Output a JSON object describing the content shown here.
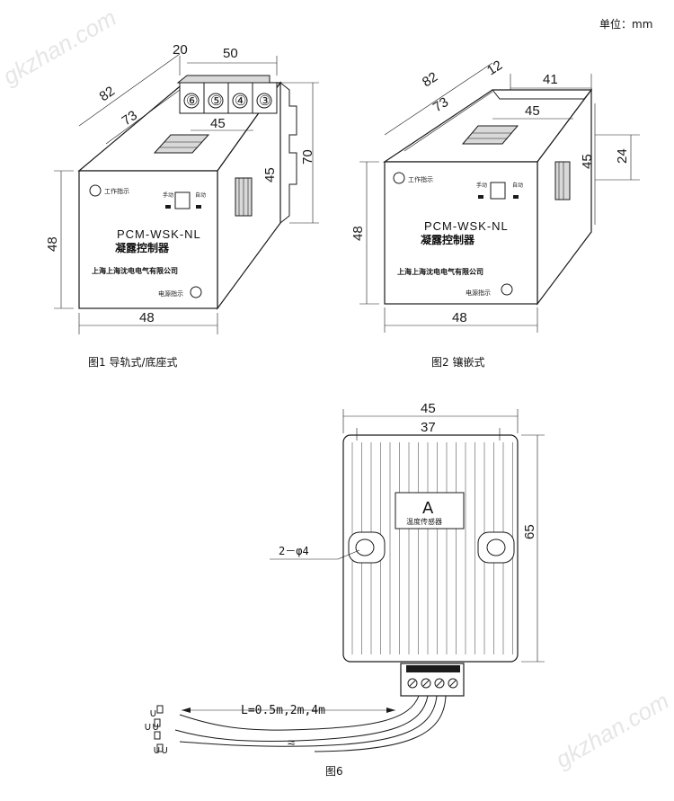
{
  "unit_label": "单位：mm",
  "watermark": "gkzhan.com",
  "figure1": {
    "caption": "图1 导轨式/底座式",
    "dims": {
      "top_width": "50",
      "top_offset": "20",
      "depth_outer": "82",
      "depth_inner": "73",
      "top_face_width": "45",
      "side_height_45": "45",
      "side_height_70": "70",
      "front_height": "48",
      "front_width": "48"
    },
    "terminals": [
      "⑥",
      "⑤",
      "④",
      "③"
    ],
    "work_indicator": "工作指示",
    "manual": "手动",
    "auto": "自动",
    "model": "PCM-WSK-NL",
    "name": "凝露控制器",
    "company": "上海上海沈电电气有限公司",
    "power_indicator": "电源指示"
  },
  "figure2": {
    "caption": "图2 镶嵌式",
    "dims": {
      "depth_outer": "82",
      "depth_inner": "73",
      "flange": "12",
      "rear_width": "41",
      "top_face_width": "45",
      "side_height_45": "45",
      "side_height_24": "24",
      "front_height": "48",
      "front_width": "48"
    },
    "work_indicator": "工作指示",
    "manual": "手动",
    "auto": "自动",
    "model": "PCM-WSK-NL",
    "name": "凝露控制器",
    "company": "上海上海沈电电气有限公司",
    "power_indicator": "电源指示"
  },
  "figure6": {
    "caption": "图6",
    "dims": {
      "outer_width": "45",
      "inner_width": "37",
      "height": "65"
    },
    "label_letter": "A",
    "label_name": "温度传感器",
    "hole_callout": "2－φ4",
    "cable_length": "L=0.5m,2m,4m"
  }
}
